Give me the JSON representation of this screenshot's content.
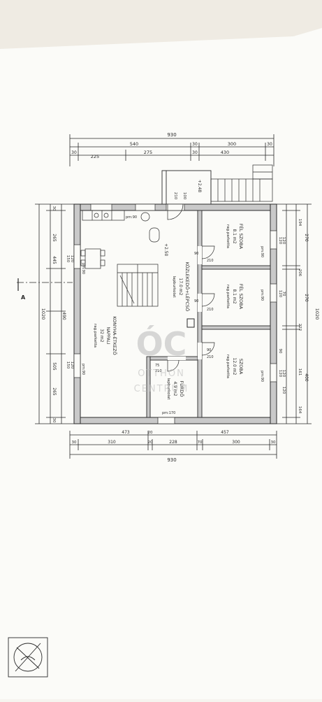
{
  "dimensions": {
    "top_total": "930",
    "top_segments": [
      "30",
      "225",
      "275",
      "30",
      "430"
    ],
    "top_mid": [
      "540",
      "30",
      "300",
      "30"
    ],
    "bottom_total": "930",
    "bottom_mid": [
      "473",
      "20",
      "457"
    ],
    "bottom_segments": [
      "30",
      "310",
      "20",
      "228",
      "70",
      "300",
      "30"
    ],
    "left_total": "1020",
    "left_segments": [
      "30",
      "265",
      "445",
      "490",
      "505",
      "265",
      "30"
    ],
    "left_small": [
      "150",
      "120",
      "150",
      "120"
    ],
    "right_total": "1020",
    "right_segments": [
      "194",
      "270",
      "206",
      "270",
      "222",
      "400",
      "161",
      "164"
    ],
    "right_small": [
      "120",
      "120",
      "120",
      "70",
      "120",
      "120",
      "90",
      "120"
    ]
  },
  "rooms": [
    {
      "name": "FÉL SZOBA",
      "area": "8.1 m2",
      "floor": "rag.parketta"
    },
    {
      "name": "FÉL SZOBA",
      "area": "8.1 m2",
      "floor": "rag.parketta"
    },
    {
      "name": "SZOBA",
      "area": "12.0 m2",
      "floor": "rag.parketta"
    },
    {
      "name": "KÖZLEKEDŐ+LÉPCSŐ",
      "area": "17.0 m2",
      "floor": "lapburkolat"
    },
    {
      "name": "KONYHA-ÉTKEZŐ",
      "area": "NAPPALI",
      "floor": "32 m2",
      "extra": "rag.parketta"
    },
    {
      "name": "FÜRDŐ",
      "area": "4.9 m2",
      "floor": "lapburkolat"
    }
  ],
  "annotations": {
    "elev_entrance": "+2.48",
    "elev_inside": "+2.50",
    "parapet_kitchen": "pm:90",
    "parapet_left1": "pm:90",
    "parapet_left2": "pm:90",
    "parapet_bath": "pm:170",
    "parapet_r1": "pm:90",
    "parapet_r2": "pm:90",
    "parapet_r3": "pm:90",
    "door_210a": "210",
    "door_100": "100",
    "door_90a": "90",
    "door_210b": "210",
    "door_90b": "90",
    "door_210c": "210",
    "door_90c": "90",
    "door_210d": "210",
    "door_75": "75",
    "door_210e": "210",
    "section_marker": "A"
  },
  "watermark": {
    "logo": "ÓC",
    "line1": "OTTHON",
    "line2": "CENTRUM"
  },
  "colors": {
    "paper": "#f6f4ef",
    "sheet": "#fbfbf8",
    "wall": "#3a3a3a",
    "line": "#2a2a2a",
    "watermark": "#c9c9c9"
  }
}
